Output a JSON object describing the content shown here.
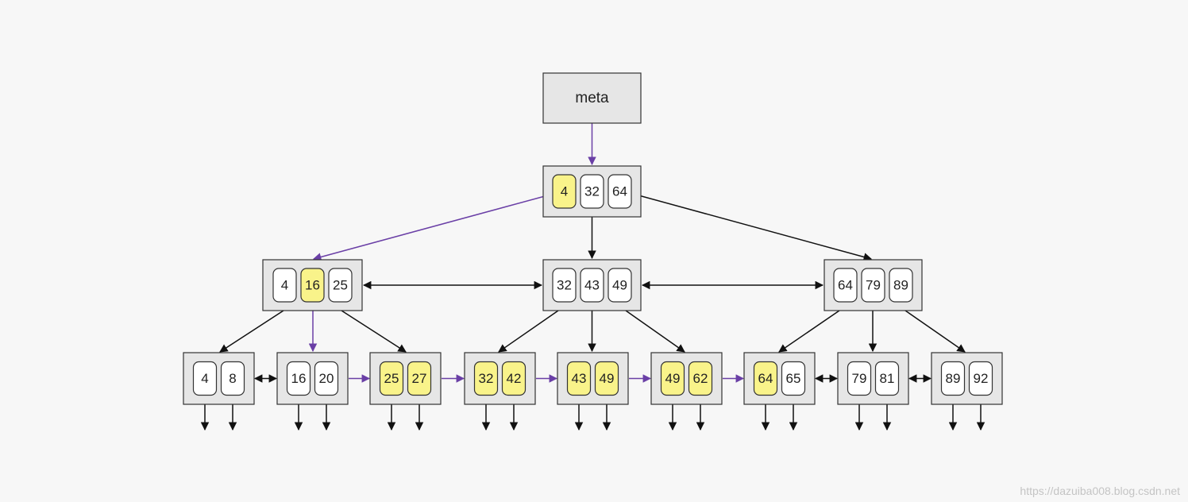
{
  "colors": {
    "background": "#f7f7f7",
    "node_fill": "#e6e6e6",
    "key_fill": "#ffffff",
    "highlight_fill": "#f9f38a",
    "edge": "#111111",
    "path_edge": "#6a3fa6"
  },
  "meta": {
    "label": "meta"
  },
  "root": {
    "keys": [
      "4",
      "32",
      "64"
    ],
    "highlighted": [
      0
    ]
  },
  "internal_nodes": [
    {
      "keys": [
        "4",
        "16",
        "25"
      ],
      "highlighted": [
        1
      ]
    },
    {
      "keys": [
        "32",
        "43",
        "49"
      ],
      "highlighted": []
    },
    {
      "keys": [
        "64",
        "79",
        "89"
      ],
      "highlighted": []
    }
  ],
  "leaf_nodes": [
    {
      "keys": [
        "4",
        "8"
      ],
      "highlighted": []
    },
    {
      "keys": [
        "16",
        "20"
      ],
      "highlighted": []
    },
    {
      "keys": [
        "25",
        "27"
      ],
      "highlighted": [
        0,
        1
      ]
    },
    {
      "keys": [
        "32",
        "42"
      ],
      "highlighted": [
        0,
        1
      ]
    },
    {
      "keys": [
        "43",
        "49"
      ],
      "highlighted": [
        0,
        1
      ]
    },
    {
      "keys": [
        "49",
        "62"
      ],
      "highlighted": [
        0,
        1
      ]
    },
    {
      "keys": [
        "64",
        "65"
      ],
      "highlighted": [
        0
      ]
    },
    {
      "keys": [
        "79",
        "81"
      ],
      "highlighted": []
    },
    {
      "keys": [
        "89",
        "92"
      ],
      "highlighted": []
    }
  ],
  "leaf_links": [
    {
      "from": 0,
      "to": 1,
      "kind": "bidirectional"
    },
    {
      "from": 1,
      "to": 2,
      "kind": "path"
    },
    {
      "from": 2,
      "to": 3,
      "kind": "path"
    },
    {
      "from": 3,
      "to": 4,
      "kind": "path"
    },
    {
      "from": 4,
      "to": 5,
      "kind": "path"
    },
    {
      "from": 5,
      "to": 6,
      "kind": "path"
    },
    {
      "from": 6,
      "to": 7,
      "kind": "bidirectional"
    },
    {
      "from": 7,
      "to": 8,
      "kind": "bidirectional"
    }
  ],
  "internal_links": [
    {
      "from": 0,
      "to": 1,
      "kind": "bidirectional"
    },
    {
      "from": 1,
      "to": 2,
      "kind": "bidirectional"
    }
  ],
  "watermark": "https://dazuiba008.blog.csdn.net"
}
